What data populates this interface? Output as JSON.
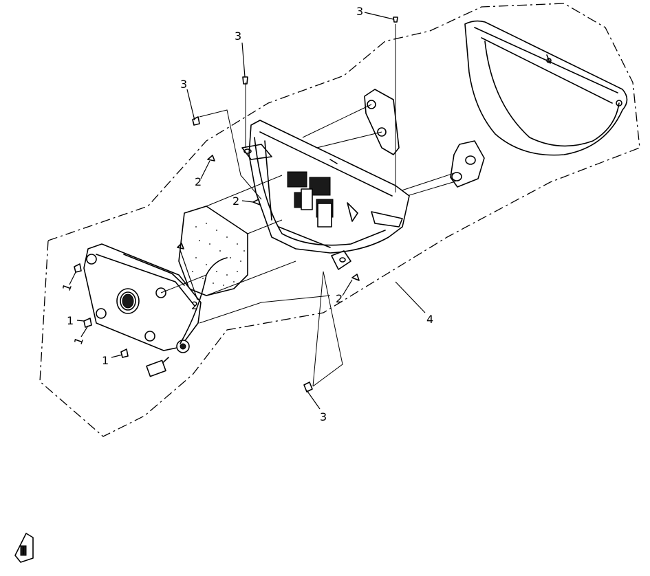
{
  "diagram": {
    "type": "exploded-parts-view",
    "callouts": [
      {
        "id": "c1a",
        "label": "1"
      },
      {
        "id": "c1b",
        "label": "1"
      },
      {
        "id": "c1c",
        "label": "1"
      },
      {
        "id": "c1d",
        "label": "1"
      },
      {
        "id": "c2a",
        "label": "2"
      },
      {
        "id": "c2b",
        "label": "2"
      },
      {
        "id": "c2c",
        "label": "2"
      },
      {
        "id": "c2d",
        "label": "2"
      },
      {
        "id": "c3a",
        "label": "3"
      },
      {
        "id": "c3b",
        "label": "3"
      },
      {
        "id": "c3c",
        "label": "3"
      },
      {
        "id": "c3d",
        "label": "3"
      },
      {
        "id": "c4",
        "label": "4"
      }
    ]
  }
}
